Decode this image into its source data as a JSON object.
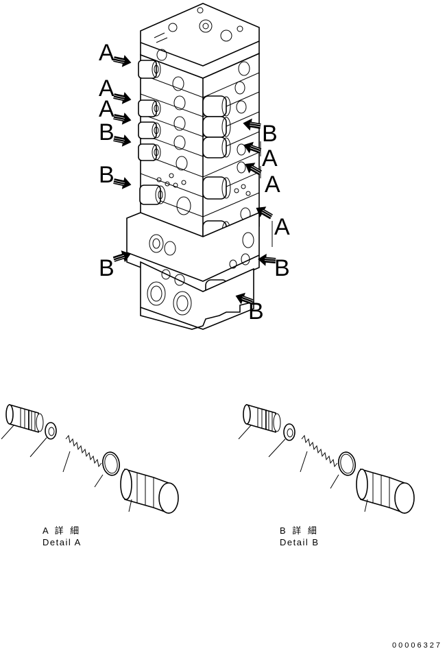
{
  "diagram": {
    "callouts_left": [
      "A",
      "A",
      "A",
      "B",
      "B",
      "B"
    ],
    "callouts_right": [
      "B",
      "A",
      "A",
      "A",
      "B",
      "B"
    ],
    "details": [
      {
        "title": "A 詳 細",
        "subtitle": "Detail A"
      },
      {
        "title": "B 詳 細",
        "subtitle": "Detail B"
      }
    ],
    "document_number": "00006327"
  }
}
